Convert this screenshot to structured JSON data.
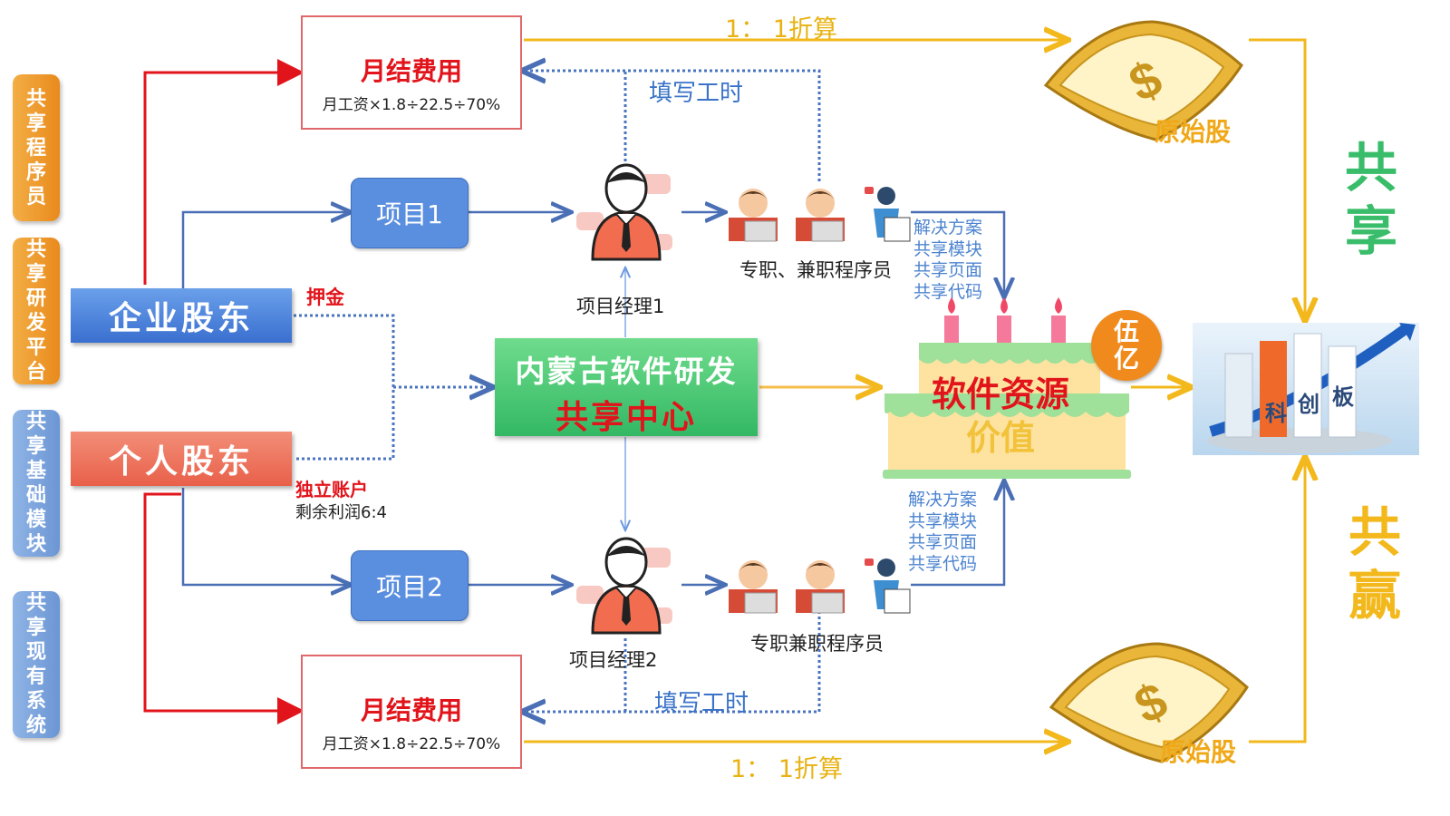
{
  "side_tabs": [
    {
      "text": "共享程序员",
      "color": "orange"
    },
    {
      "text": "共享研发平台",
      "color": "orange"
    },
    {
      "text": "共享基础模块",
      "color": "orange"
    },
    {
      "text": "共享现有系统",
      "color": "orange"
    }
  ],
  "shareholders": {
    "enterprise": "企业股东",
    "individual": "个人股东"
  },
  "labels": {
    "deposit": "押金",
    "independent_account": "独立账户",
    "profit_split": "剩余利润6:4",
    "fill_hours_top": "填写工时",
    "fill_hours_bottom": "填写工时",
    "ratio_top": "1： 1折算",
    "ratio_bottom": "1： 1折算",
    "pm1": "项目经理1",
    "pm2": "项目经理2",
    "programmers_top": "专职、兼职程序员",
    "programmers_bottom": "专职兼职程序员",
    "original_stock_top": "原始股",
    "original_stock_bottom": "原始股"
  },
  "fee_boxes": [
    {
      "title": "月结费用",
      "formula": "月工资×1.8÷22.5÷70%"
    },
    {
      "title": "月结费用",
      "formula": "月工资×1.8÷22.5÷70%"
    }
  ],
  "projects": [
    "项目1",
    "项目2"
  ],
  "center": {
    "line1": "内蒙古软件研发",
    "line2": "共享中心"
  },
  "resource_lists": {
    "top": [
      "解决方案",
      "共享模块",
      "共享页面",
      "共享代码"
    ],
    "bottom": [
      "解决方案",
      "共享模块",
      "共享页面",
      "共享代码"
    ]
  },
  "cake": {
    "title": "软件资源",
    "subtitle": "价值",
    "badge": "伍亿"
  },
  "board": {
    "chars": [
      "科",
      "创",
      "板"
    ]
  },
  "right_text": {
    "share": "共享",
    "win": "共赢"
  },
  "colors": {
    "red": "#e2141b",
    "blue": "#3a73c8",
    "gold": "#f2b81c",
    "green": "#39bd6a",
    "orange": "#f08a1c"
  }
}
